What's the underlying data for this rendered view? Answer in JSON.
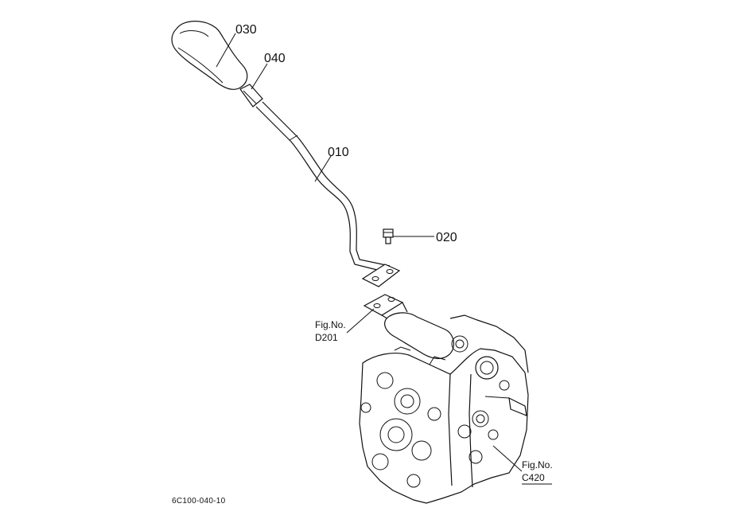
{
  "parts": {
    "knob": "030",
    "sleeve": "040",
    "lever": "010",
    "bolt": "020"
  },
  "references": [
    {
      "line1": "Fig.No.",
      "line2": "D201"
    },
    {
      "line1": "Fig.No.",
      "line2": "C420"
    }
  ],
  "drawing_code": "6C100-040-10"
}
